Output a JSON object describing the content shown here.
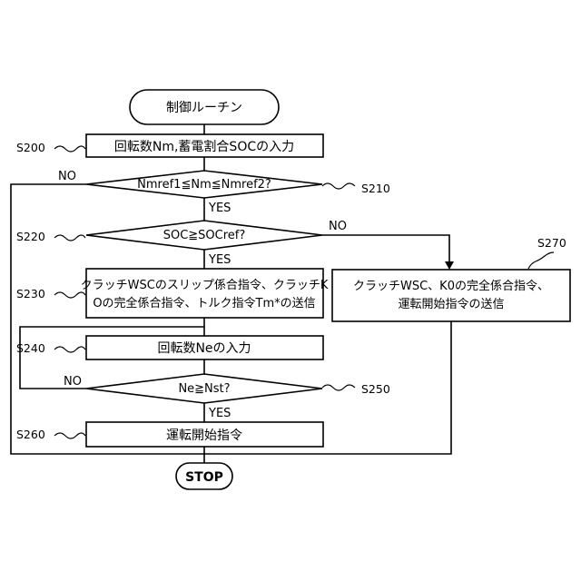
{
  "start": "制御ルーチン",
  "steps": {
    "s200": {
      "id": "S200",
      "text": "回転数Nm,蓄電割合SOCの入力"
    },
    "s210": {
      "id": "S210",
      "text": "Nmref1≦Nm≦Nmref2?"
    },
    "s220": {
      "id": "S220",
      "text": "SOC≧SOCref?"
    },
    "s230": {
      "id": "S230",
      "line1": "クラッチWSCのスリップ係合指令、クラッチK",
      "line2": "Oの完全係合指令、トルク指令Tm*の送信"
    },
    "s240": {
      "id": "S240",
      "text": "回転数Neの入力"
    },
    "s250": {
      "id": "S250",
      "text": "Ne≧Nst?"
    },
    "s260": {
      "id": "S260",
      "text": "運転開始指令"
    },
    "s270": {
      "id": "S270",
      "line1": "クラッチWSC、K0の完全係合指令、",
      "line2": "運転開始指令の送信"
    }
  },
  "branch": {
    "yes": "YES",
    "no": "NO"
  },
  "end": "STOP"
}
